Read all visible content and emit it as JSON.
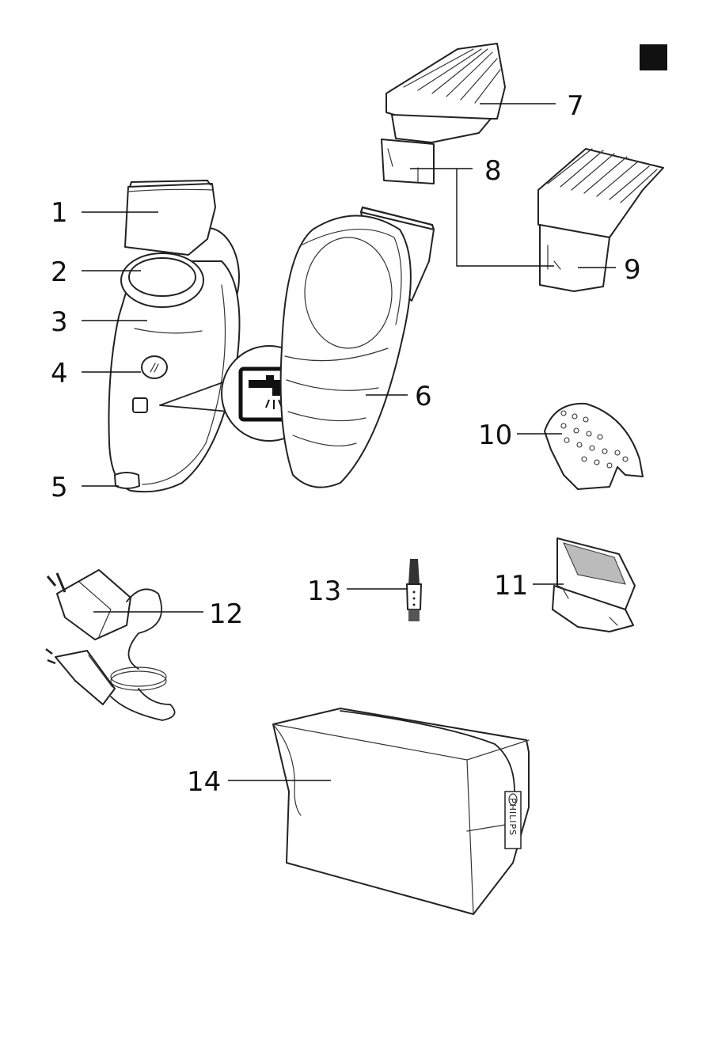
{
  "page_marker": {
    "color": "#111111"
  },
  "parts": [
    {
      "id": "1",
      "label": "1"
    },
    {
      "id": "2",
      "label": "2"
    },
    {
      "id": "3",
      "label": "3"
    },
    {
      "id": "4",
      "label": "4"
    },
    {
      "id": "5",
      "label": "5"
    },
    {
      "id": "6",
      "label": "6"
    },
    {
      "id": "7",
      "label": "7"
    },
    {
      "id": "8",
      "label": "8"
    },
    {
      "id": "9",
      "label": "9"
    },
    {
      "id": "10",
      "label": "10"
    },
    {
      "id": "11",
      "label": "11"
    },
    {
      "id": "12",
      "label": "12"
    },
    {
      "id": "13",
      "label": "13"
    },
    {
      "id": "14",
      "label": "14"
    }
  ],
  "pouch": {
    "brand": "PHILIPS"
  },
  "symbols": {
    "washable": "faucet-washable-icon"
  },
  "colors": {
    "ink": "#222222",
    "background": "#ffffff"
  }
}
